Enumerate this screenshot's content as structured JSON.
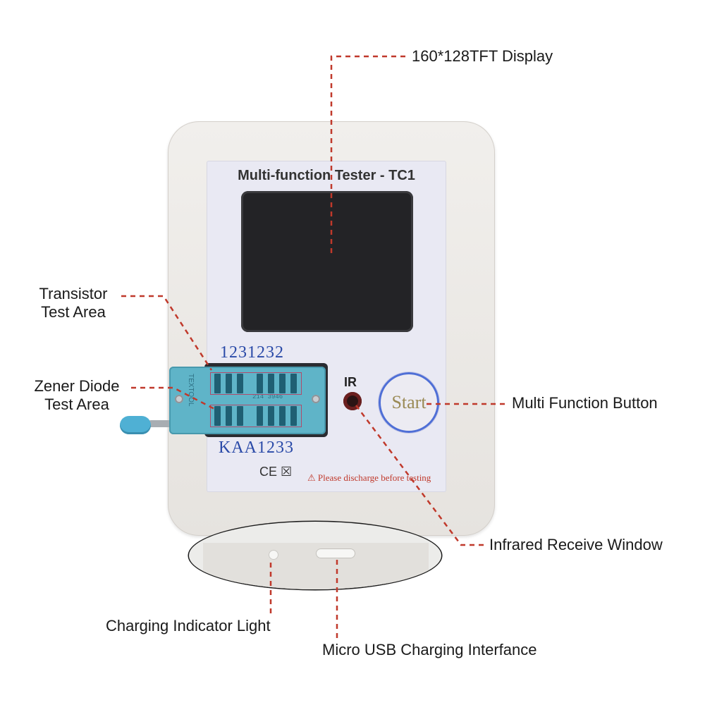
{
  "device": {
    "title": "Multi-function Tester - TC1",
    "pins_top": "1231232",
    "pins_bottom": "KAA1233",
    "socket_label": "TEXTOOL",
    "socket_code": "214 3946",
    "ir_label": "IR",
    "start_label": "Start",
    "cert_marks": "CE ☒",
    "warning": "⚠ Please discharge before testing"
  },
  "callouts": {
    "display": "160*128TFT Display",
    "transistor_line1": "Transistor",
    "transistor_line2": "Test Area",
    "zener_line1": "Zener Diode",
    "zener_line2": "Test Area",
    "button": "Multi Function Button",
    "infrared": "Infrared Receive Window",
    "charging_light": "Charging Indicator Light",
    "usb": "Micro USB Charging Interfance"
  },
  "colors": {
    "leader_line": "#c0392b",
    "pin_numbers": "#2a4aa8",
    "socket": "#5fb4c8",
    "button_ring": "#4f6fd6"
  }
}
